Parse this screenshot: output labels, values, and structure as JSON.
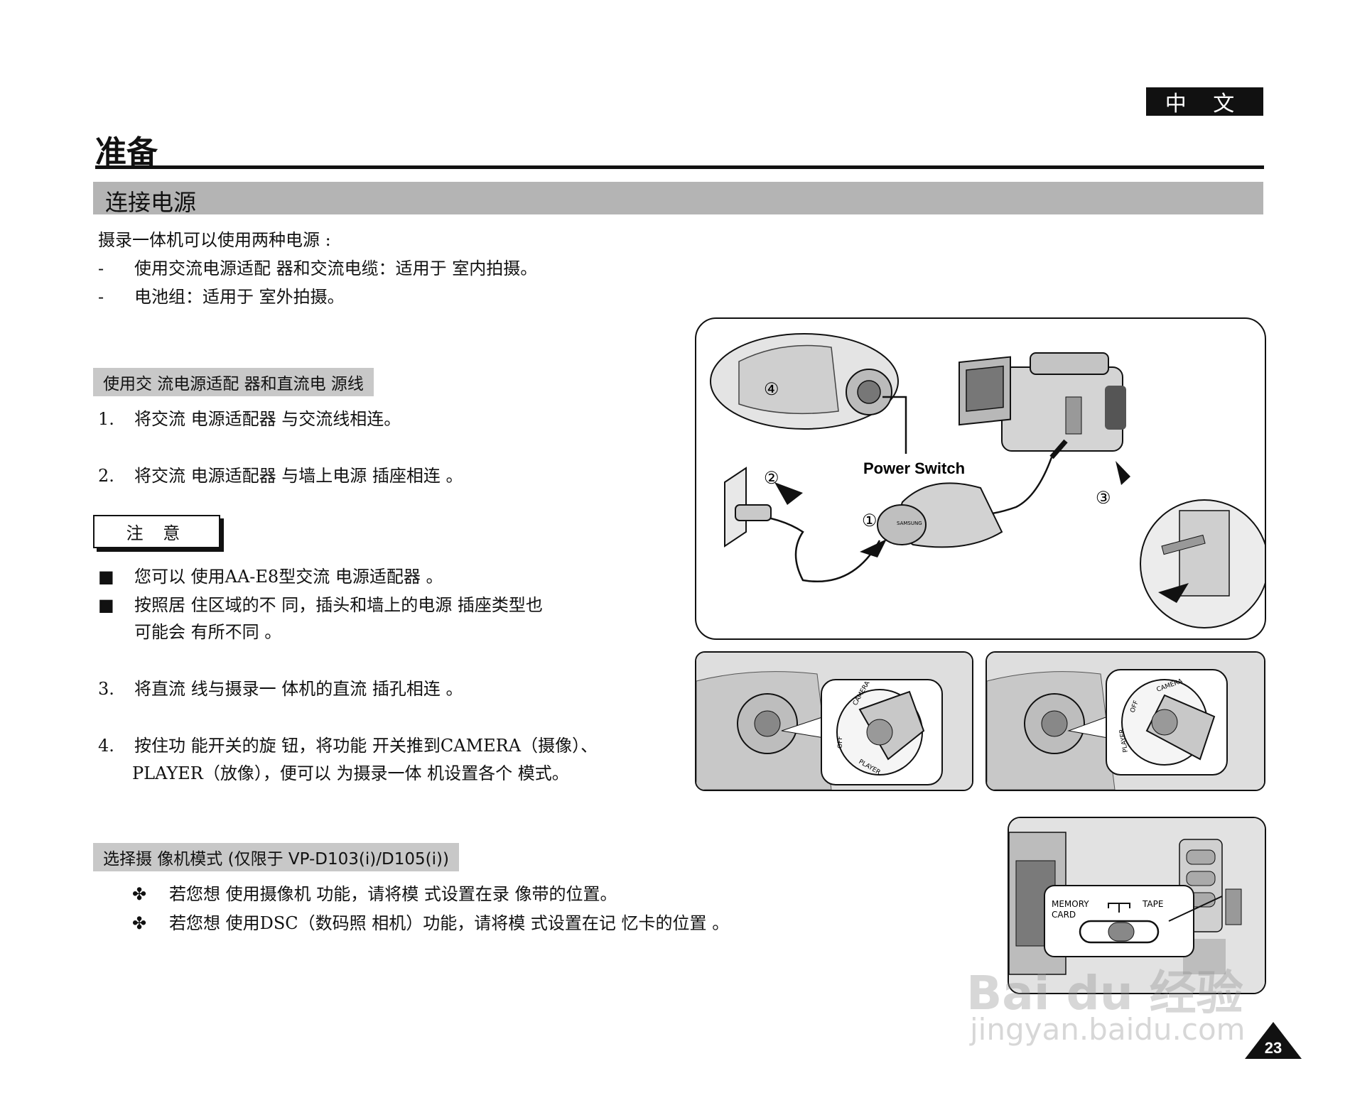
{
  "header": {
    "language_badge": "中 文",
    "page_title": "准备"
  },
  "section": {
    "title": "连接电源"
  },
  "intro": {
    "line": "摄录一体机可以使用两种电源 :",
    "items": [
      {
        "marker": "-",
        "text": "使用交流电源适配 器和交流电缆：适用于 室内拍摄。"
      },
      {
        "marker": "-",
        "text": "电池组：适用于 室外拍摄。"
      }
    ]
  },
  "subsection1": {
    "title": "使用交 流电源适配 器和直流电 源线",
    "steps": [
      {
        "num": "1.",
        "text": "将交流 电源适配器 与交流线相连。"
      },
      {
        "num": "2.",
        "text": "将交流 电源适配器 与墙上电源 插座相连 。"
      }
    ]
  },
  "note": {
    "label": "注 意",
    "items": [
      {
        "marker": "■",
        "lines": [
          "您可以 使用AA-E8型交流 电源适配器 。"
        ]
      },
      {
        "marker": "■",
        "lines": [
          "按照居 住区域的不 同，插头和墙上的电源 插座类型也",
          "可能会 有所不同 。"
        ]
      }
    ]
  },
  "steps_more": [
    {
      "num": "3.",
      "lines": [
        "将直流 线与摄录一 体机的直流 插孔相连 。"
      ]
    },
    {
      "num": "4.",
      "lines": [
        "按住功 能开关的旋 钮，将功能 开关推到CAMERA（摄像）、",
        "PLAYER（放像），便可以 为摄录一体 机设置各个 模式。"
      ]
    }
  ],
  "subsection2": {
    "title": "选择摄 像机模式 (仅限于 VP-D103(i)/D105(i))",
    "items": [
      {
        "marker": "✤",
        "text": "若您想 使用摄像机 功能，请将模 式设置在录 像带的位置。"
      },
      {
        "marker": "✤",
        "text": "若您想 使用DSC（数码照 相机）功能，请将模 式设置在记 忆卡的位置 。"
      }
    ]
  },
  "figure_main": {
    "callouts": [
      "①",
      "②",
      "③",
      "④"
    ],
    "power_switch_label": "Power Switch",
    "brand_mark": "SAMSUNG"
  },
  "figure_dial": {
    "modes": [
      "CAMERA",
      "OFF",
      "PLAYER"
    ]
  },
  "figure_mode": {
    "memory_label_1": "MEMORY",
    "memory_label_2": "CARD",
    "tape_label": "TAPE"
  },
  "watermark": {
    "line1": "Bai du 经验",
    "line2": "jingyan.baidu.com"
  },
  "page_number": "23"
}
